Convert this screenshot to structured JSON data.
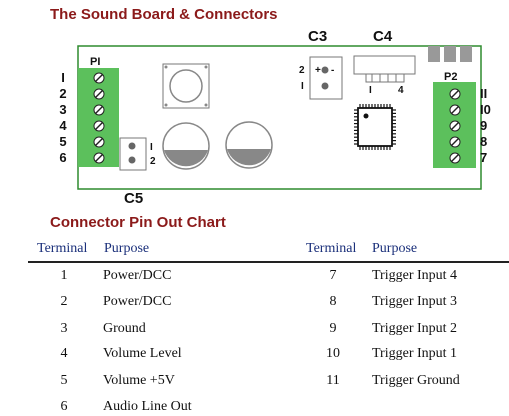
{
  "board_title": "The Sound Board & Connectors",
  "chart_title": "Connector Pin Out Chart",
  "connectors": {
    "p1": {
      "name": "PI",
      "pins": [
        "I",
        "2",
        "3",
        "4",
        "5",
        "6"
      ]
    },
    "p2": {
      "name": "P2",
      "pins": [
        "II",
        "I0",
        "9",
        "8",
        "7"
      ]
    },
    "c3": {
      "name": "C3",
      "pin_top": "2",
      "pin_bottom": "I",
      "plus": "+",
      "minus": "-"
    },
    "c4": {
      "name": "C4",
      "pin_left": "I",
      "pin_right": "4"
    },
    "c5": {
      "name": "C5",
      "pin_top": "I",
      "pin_bottom": "2"
    }
  },
  "colors": {
    "title": "#8b1a1a",
    "header": "#1a2f7a",
    "board_border": "#2e8b2e",
    "terminal_green": "#5cc05c"
  },
  "table": {
    "headers": {
      "terminal": "Terminal",
      "purpose": "Purpose"
    },
    "left": [
      {
        "terminal": "1",
        "purpose": "Power/DCC"
      },
      {
        "terminal": "2",
        "purpose": "Power/DCC"
      },
      {
        "terminal": "3",
        "purpose": "Ground"
      },
      {
        "terminal": "4",
        "purpose": "Volume Level"
      },
      {
        "terminal": "5",
        "purpose": "Volume +5V"
      },
      {
        "terminal": "6",
        "purpose": "Audio Line Out"
      }
    ],
    "right": [
      {
        "terminal": "7",
        "purpose": "Trigger Input 4"
      },
      {
        "terminal": "8",
        "purpose": "Trigger Input 3"
      },
      {
        "terminal": "9",
        "purpose": "Trigger Input 2"
      },
      {
        "terminal": "10",
        "purpose": "Trigger Input 1"
      },
      {
        "terminal": "11",
        "purpose": "Trigger Ground"
      }
    ]
  }
}
